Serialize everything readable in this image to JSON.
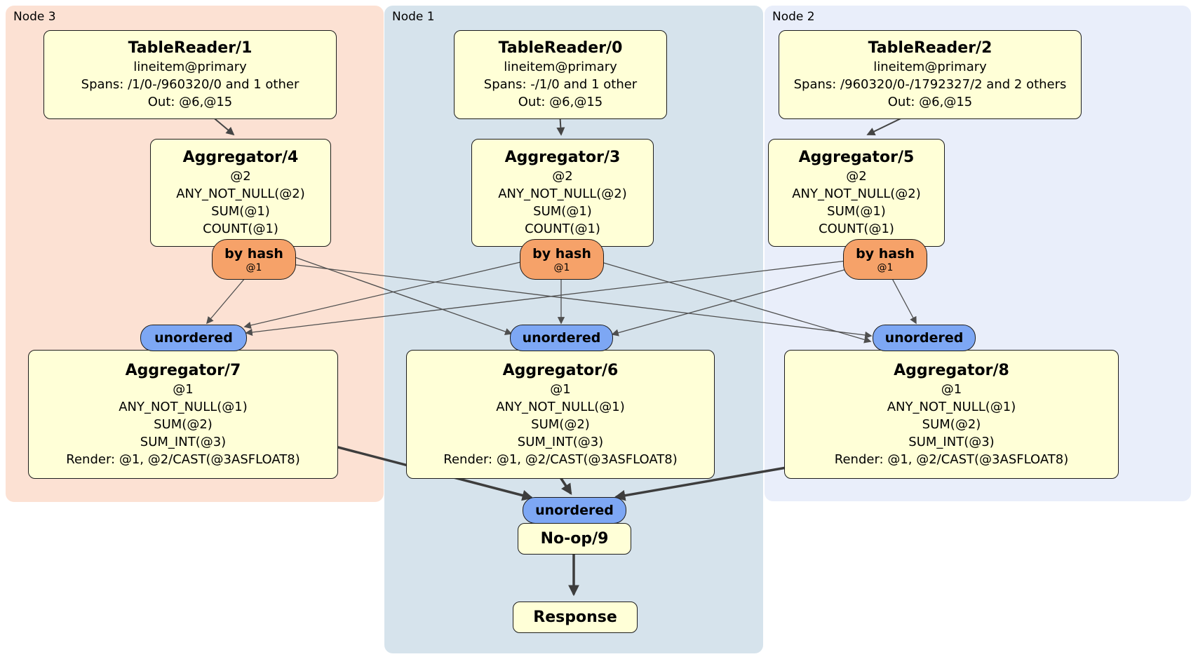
{
  "regions": [
    {
      "label": "Node 3"
    },
    {
      "label": "Node 1"
    },
    {
      "label": "Node 2"
    }
  ],
  "router": {
    "label": "by hash",
    "detail": "@1"
  },
  "stream": {
    "label": "unordered"
  },
  "processors": {
    "tr1": {
      "title": "TableReader/1",
      "lines": [
        "lineitem@primary",
        "Spans: /1/0-/960320/0 and 1 other",
        "Out: @6,@15"
      ]
    },
    "tr0": {
      "title": "TableReader/0",
      "lines": [
        "lineitem@primary",
        "Spans: -/1/0 and 1 other",
        "Out: @6,@15"
      ]
    },
    "tr2": {
      "title": "TableReader/2",
      "lines": [
        "lineitem@primary",
        "Spans: /960320/0-/1792327/2 and 2 others",
        "Out: @6,@15"
      ]
    },
    "agg4": {
      "title": "Aggregator/4",
      "lines": [
        "@2",
        "ANY_NOT_NULL(@2)",
        "SUM(@1)",
        "COUNT(@1)"
      ]
    },
    "agg3": {
      "title": "Aggregator/3",
      "lines": [
        "@2",
        "ANY_NOT_NULL(@2)",
        "SUM(@1)",
        "COUNT(@1)"
      ]
    },
    "agg5": {
      "title": "Aggregator/5",
      "lines": [
        "@2",
        "ANY_NOT_NULL(@2)",
        "SUM(@1)",
        "COUNT(@1)"
      ]
    },
    "agg7": {
      "title": "Aggregator/7",
      "lines": [
        "@1",
        "ANY_NOT_NULL(@1)",
        "SUM(@2)",
        "SUM_INT(@3)",
        "Render: @1, @2/CAST(@3ASFLOAT8)"
      ]
    },
    "agg6": {
      "title": "Aggregator/6",
      "lines": [
        "@1",
        "ANY_NOT_NULL(@1)",
        "SUM(@2)",
        "SUM_INT(@3)",
        "Render: @1, @2/CAST(@3ASFLOAT8)"
      ]
    },
    "agg8": {
      "title": "Aggregator/8",
      "lines": [
        "@1",
        "ANY_NOT_NULL(@1)",
        "SUM(@2)",
        "SUM_INT(@3)",
        "Render: @1, @2/CAST(@3ASFLOAT8)"
      ]
    },
    "noop": {
      "title": "No-op/9"
    },
    "response": {
      "title": "Response"
    }
  },
  "colors": {
    "node3_bg": "#fce1d3",
    "node1_bg": "#d6e3ec",
    "node2_bg": "#e9eefa",
    "processor_bg": "#ffffd7",
    "router_bg": "#f6a269",
    "stream_bg": "#7da7f4",
    "edge": "#4f4f4f"
  }
}
